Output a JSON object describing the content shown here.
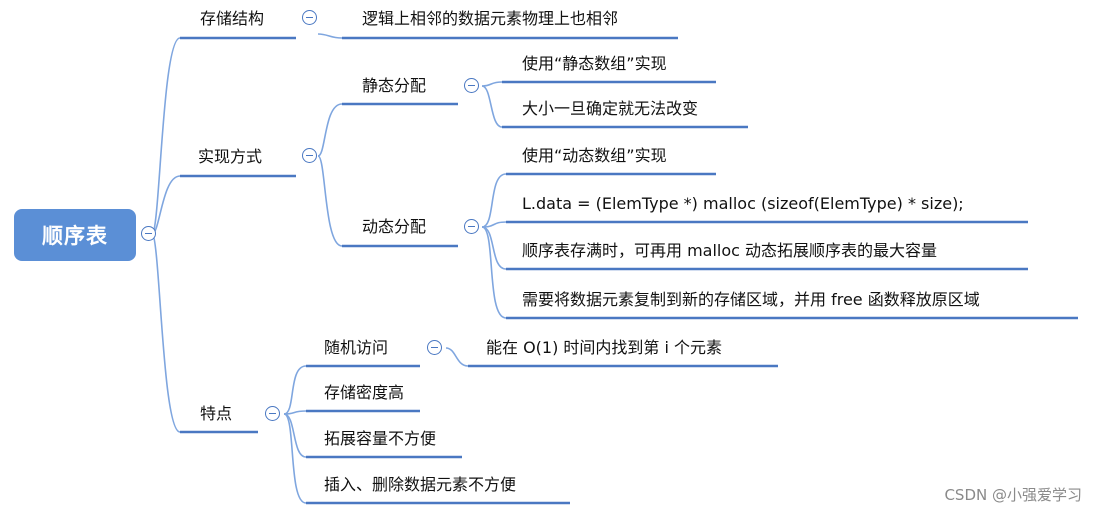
{
  "root": {
    "label": "顺序表"
  },
  "branches": {
    "storage": {
      "label": "存储结构",
      "children": [
        "逻辑上相邻的数据元素物理上也相邻"
      ]
    },
    "implementation": {
      "label": "实现方式",
      "static": {
        "label": "静态分配",
        "children": [
          "使用“静态数组”实现",
          "大小一旦确定就无法改变"
        ]
      },
      "dynamic": {
        "label": "动态分配",
        "children": [
          "使用“动态数组”实现",
          "L.data = (ElemType *) malloc (sizeof(ElemType) * size);",
          "顺序表存满时，可再用 malloc 动态拓展顺序表的最大容量",
          "需要将数据元素复制到新的存储区域，并用 free 函数释放原区域"
        ]
      }
    },
    "features": {
      "label": "特点",
      "random_access": {
        "label": "随机访问",
        "children": [
          "能在 O(1) 时间内找到第 i 个元素"
        ]
      },
      "others": [
        "存储密度高",
        "拓展容量不方便",
        "插入、删除数据元素不方便"
      ]
    }
  },
  "watermark": "CSDN @小强爱学习",
  "colors": {
    "root_fill": "#5b8fd6",
    "connector": "#7fa6df",
    "underline": "#4a78c2",
    "collapse_icon": "#4a78c2"
  }
}
